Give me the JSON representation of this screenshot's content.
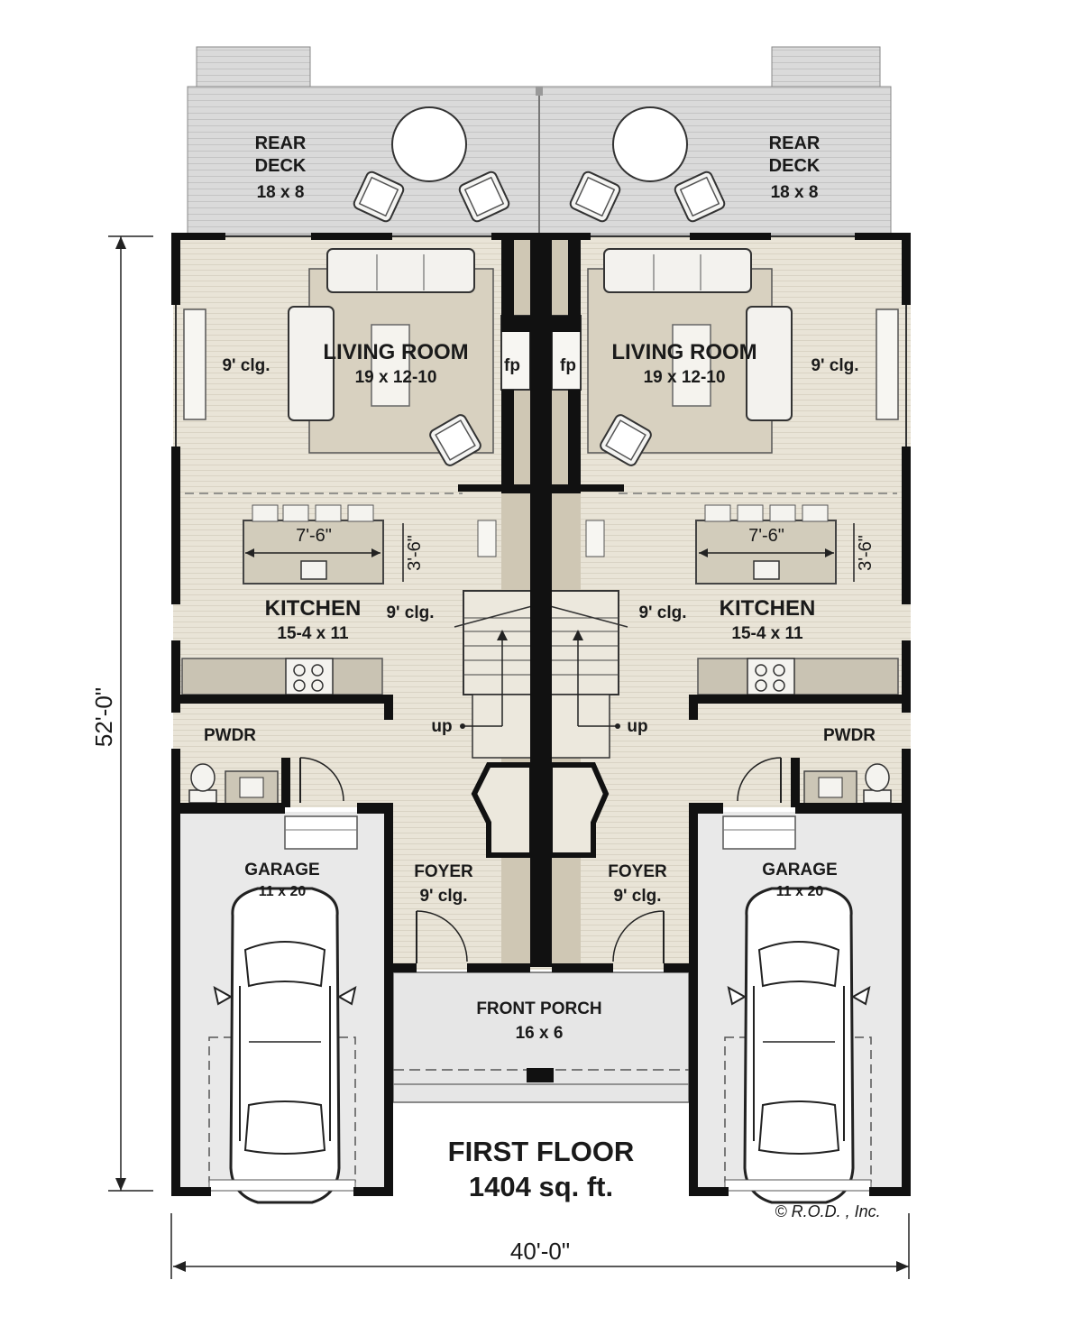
{
  "units": [
    {
      "rear_deck": {
        "label_line1": "REAR",
        "label_line2": "DECK",
        "size": "18 x 8"
      },
      "living_room": {
        "label": "LIVING ROOM",
        "size": "19 x 12-10",
        "ceiling": "9' clg."
      },
      "fireplace": "fp",
      "kitchen": {
        "label": "KITCHEN",
        "size": "15-4 x 11",
        "ceiling": "9' clg.",
        "island_width": "7'-6\"",
        "island_depth": "3'-6\""
      },
      "stairs": "up",
      "powder_room": "PWDR",
      "foyer": {
        "label": "FOYER",
        "ceiling": "9' clg."
      },
      "garage": {
        "label": "GARAGE",
        "size": "11 x 20"
      }
    },
    {
      "rear_deck": {
        "label_line1": "REAR",
        "label_line2": "DECK",
        "size": "18 x 8"
      },
      "living_room": {
        "label": "LIVING ROOM",
        "size": "19 x 12-10",
        "ceiling": "9' clg."
      },
      "fireplace": "fp",
      "kitchen": {
        "label": "KITCHEN",
        "size": "15-4 x 11",
        "ceiling": "9' clg.",
        "island_width": "7'-6\"",
        "island_depth": "3'-6\""
      },
      "stairs": "up",
      "powder_room": "PWDR",
      "foyer": {
        "label": "FOYER",
        "ceiling": "9' clg."
      },
      "garage": {
        "label": "GARAGE",
        "size": "11 x 20"
      }
    }
  ],
  "front_porch": {
    "label": "FRONT PORCH",
    "size": "16 x 6"
  },
  "title": {
    "line1": "FIRST FLOOR",
    "line2": "1404 sq. ft."
  },
  "dimensions": {
    "overall_depth": "52'-0\"",
    "overall_width": "40'-0\""
  },
  "copyright": "© R.O.D. , Inc.",
  "colors": {
    "floor": "#e8e3d6",
    "deck": "#dcdcdc",
    "garage": "#e9e9e9",
    "rug": "#d8d2c2",
    "wall": "#111111",
    "counter": "#c9c3b3"
  }
}
